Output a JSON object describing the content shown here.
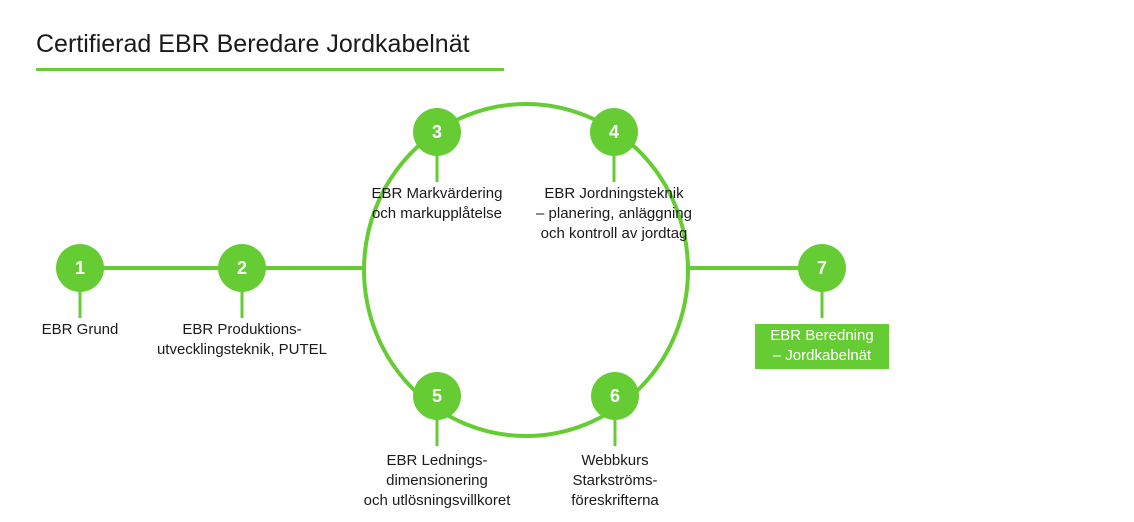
{
  "title": "Certifierad EBR Beredare Jordkabelnät",
  "colors": {
    "accent": "#66cc33",
    "node_text": "#ffffff",
    "label_text": "#1a1a1a"
  },
  "steps": [
    {
      "number": "1",
      "label": "EBR Grund"
    },
    {
      "number": "2",
      "label": "EBR Produktions-\nutvecklingsteknik, PUTEL"
    },
    {
      "number": "3",
      "label": "EBR Markvärdering\noch markupplåtelse"
    },
    {
      "number": "4",
      "label": "EBR Jordningsteknik\n– planering, anläggning\noch kontroll av jordtag"
    },
    {
      "number": "5",
      "label": "EBR Lednings-\ndimensionering\noch utlösningsvillkoret"
    },
    {
      "number": "6",
      "label": "Webbkurs\nStarkströms-\nföreskrifterna"
    },
    {
      "number": "7",
      "label": "EBR Beredning\n– Jordkabelnät",
      "highlighted": true
    }
  ]
}
